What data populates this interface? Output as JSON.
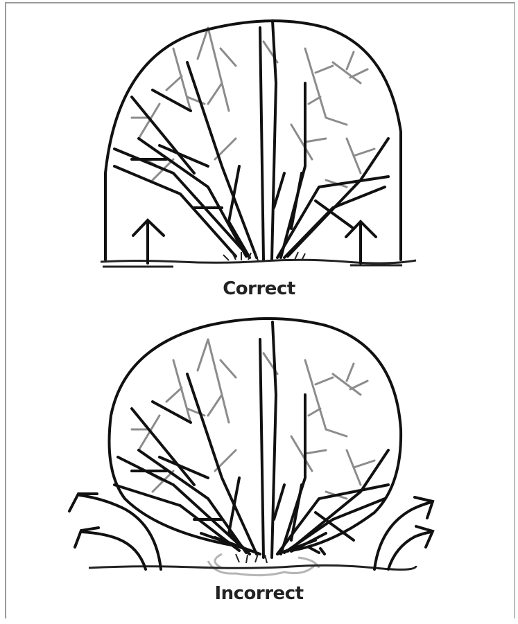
{
  "figure": {
    "panels": [
      {
        "id": "correct",
        "caption": "Correct"
      },
      {
        "id": "incorrect",
        "caption": "Incorrect"
      }
    ]
  }
}
